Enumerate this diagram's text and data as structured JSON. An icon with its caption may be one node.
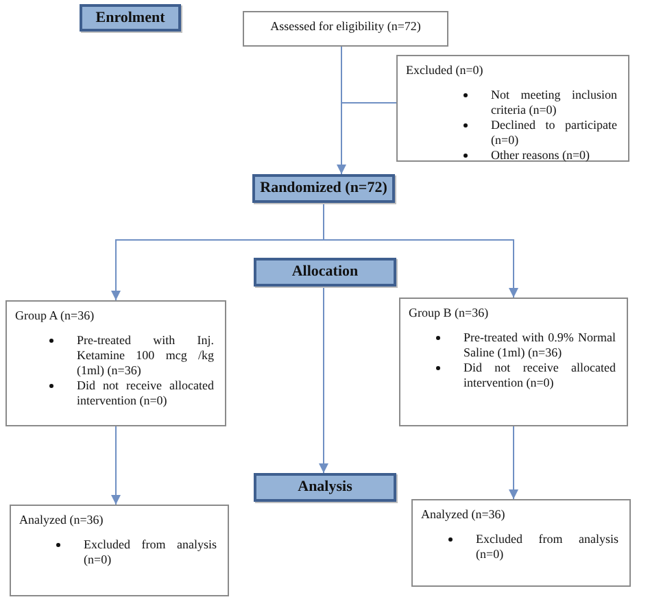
{
  "diagram": {
    "nodes": [
      {
        "text": [
          "Enrolment"
        ]
      },
      {
        "text": [
          "Assessed for eligibility (n=72)"
        ]
      },
      {
        "text": [
          "Excluded (n=0)",
          "Not meeting inclusion criteria (n=0)",
          "Declined to participate (n=0)",
          "Other reasons (n=0)"
        ]
      },
      {
        "text": [
          "Randomized (n=72)"
        ]
      },
      {
        "text": [
          "Allocation"
        ]
      },
      {
        "text": [
          "Group A (n=36)",
          "Pre-treated with Inj. Ketamine 100 mcg /kg (1ml) (n=36)",
          "Did not receive allocated intervention (n=0)"
        ]
      },
      {
        "text": [
          "Group B (n=36)",
          "Pre-treated with 0.9% Normal Saline (1ml) (n=36)",
          "Did not receive allocated intervention (n=0)"
        ]
      },
      {
        "text": [
          "Analysis"
        ]
      },
      {
        "text": [
          "Analyzed (n=36)",
          "Excluded from analysis (n=0)"
        ]
      },
      {
        "text": [
          "Analyzed (n=36)",
          "Excluded from analysis (n=0)"
        ]
      }
    ],
    "edges": [
      {
        "from": 1,
        "to": 3,
        "arrow": "to"
      },
      {
        "from": 1,
        "to": 2,
        "arrow": "none"
      },
      {
        "from": 3,
        "to": 5,
        "arrow": "to"
      },
      {
        "from": 3,
        "to": 6,
        "arrow": "to"
      },
      {
        "from": 4,
        "to": 7,
        "arrow": "to"
      },
      {
        "from": 5,
        "to": 8,
        "arrow": "to"
      },
      {
        "from": 6,
        "to": 9,
        "arrow": "to"
      }
    ]
  }
}
